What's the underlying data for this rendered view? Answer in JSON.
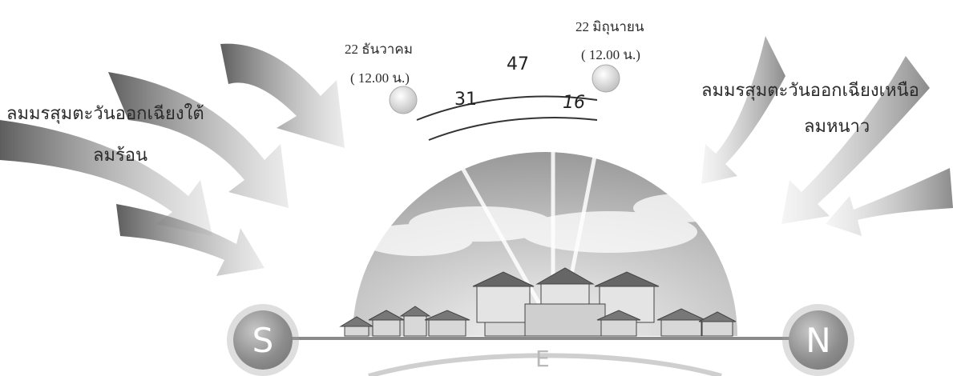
{
  "sun_winter": {
    "date": "22 ธันวาคม",
    "time": "( 12.00 น.)"
  },
  "sun_summer": {
    "date": "22 มิถุนายน",
    "time": "( 12.00 น.)"
  },
  "angles": {
    "total": "47",
    "winter": "31",
    "summer": "16"
  },
  "wind_southwest": {
    "line1": "ลมมรสุมตะวันออกเฉียงใต้",
    "line2": "ลมร้อน"
  },
  "wind_northeast": {
    "line1": "ลมมรสุมตะวันออกเฉียงเหนือ",
    "line2": "ลมหนาว"
  },
  "compass": {
    "south": "S",
    "north": "N",
    "east": "E"
  },
  "colors": {
    "arrow_dark": "#6e6e6e",
    "arrow_light": "#d9d9d9",
    "ground_line": "#8a8a8a",
    "compass": "#8d8d8d"
  }
}
